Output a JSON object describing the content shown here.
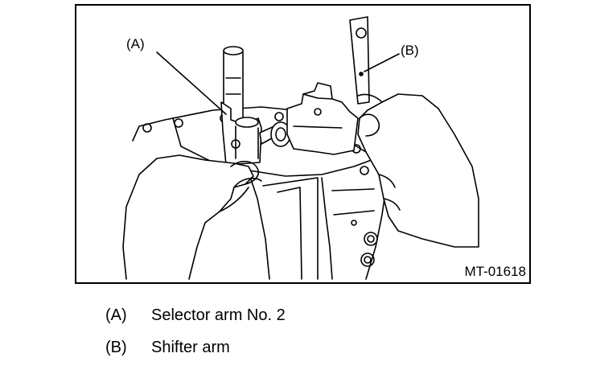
{
  "figure": {
    "callouts": [
      {
        "id": "A",
        "text": "(A)"
      },
      {
        "id": "B",
        "text": "(B)"
      }
    ],
    "figure_id": "MT-01618"
  },
  "legend": [
    {
      "key": "(A)",
      "text": "Selector arm No. 2"
    },
    {
      "key": "(B)",
      "text": "Shifter arm"
    }
  ]
}
